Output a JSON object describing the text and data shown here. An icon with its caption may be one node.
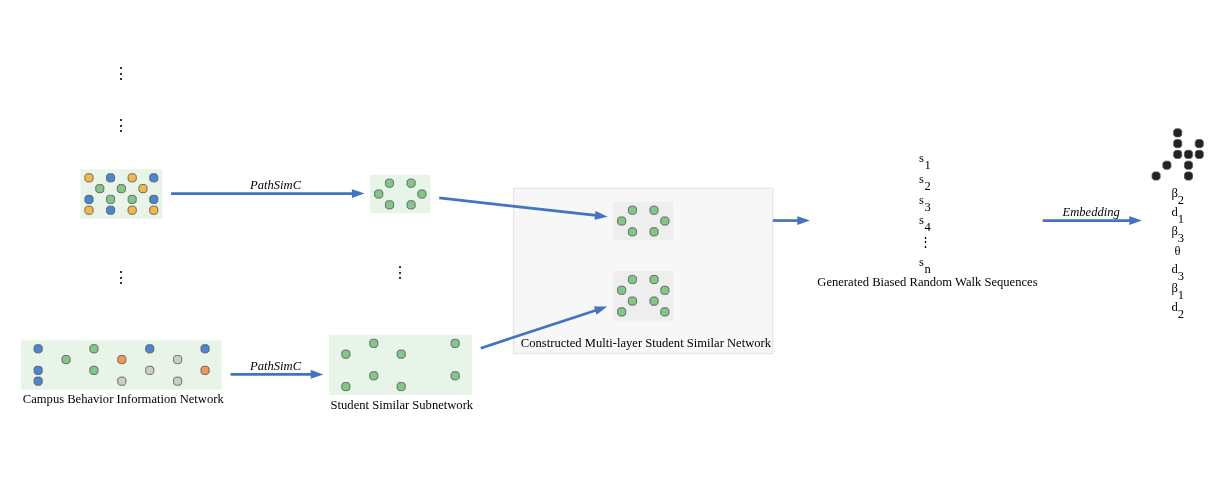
{
  "diagram": {
    "nodes": [
      {
        "text": [],
        "shape": "picture"
      },
      {
        "text": [],
        "shape": "picture",
        "beside": [
          "Campus Behavior Information Network"
        ]
      },
      {
        "text": [],
        "shape": "picture"
      },
      {
        "text": [],
        "shape": "picture",
        "beside": [
          "Student Similar Subnetwork"
        ]
      },
      {
        "text": [
          "Constructed Multi-layer Student Similar Network"
        ]
      },
      {
        "text": [],
        "shape": "picture",
        "in": 4
      },
      {
        "text": [],
        "shape": "picture",
        "in": 4
      },
      {
        "text": [
          "s$_{1}$",
          "s$_{2}$",
          "s$_{3}$",
          "s$_{4}$",
          "⋮",
          "s$_{n}$"
        ],
        "beside": [
          "Generated Biased Random Walk Sequences"
        ]
      },
      {
        "text": [],
        "shape": "picture",
        "beside": [
          "β$_{2}$",
          "d$_{1}$",
          "β$_{3}$",
          "θ",
          "d$_{3}$",
          "β$_{1}$",
          "d$_{2}$"
        ]
      }
    ],
    "edges": [
      {
        "from": 0,
        "to": 2,
        "arrow": "to",
        "label": "PathSimC"
      },
      {
        "from": 1,
        "to": 3,
        "arrow": "to",
        "label": "PathSimC"
      },
      {
        "from": 2,
        "to": 5,
        "arrow": "to"
      },
      {
        "from": 3,
        "to": 6,
        "arrow": "to"
      },
      {
        "from": 4,
        "to": 7,
        "arrow": "to"
      },
      {
        "from": 7,
        "to": 8,
        "arrow": "to",
        "label": "Embedding"
      }
    ],
    "labels": [
      "⋮",
      "⋮",
      "⋮",
      "⋮"
    ]
  }
}
